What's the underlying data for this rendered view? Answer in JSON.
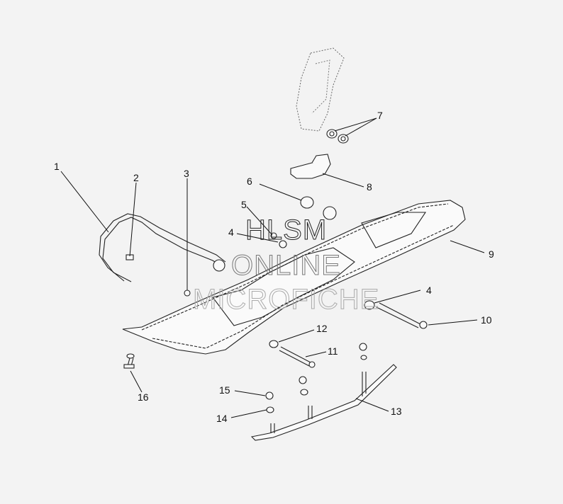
{
  "diagram": {
    "callouts": [
      {
        "id": "1",
        "text": "1"
      },
      {
        "id": "2",
        "text": "2"
      },
      {
        "id": "3",
        "text": "3"
      },
      {
        "id": "4a",
        "text": "4"
      },
      {
        "id": "4b",
        "text": "4"
      },
      {
        "id": "5",
        "text": "5"
      },
      {
        "id": "6",
        "text": "6"
      },
      {
        "id": "7",
        "text": "7"
      },
      {
        "id": "8",
        "text": "8"
      },
      {
        "id": "9",
        "text": "9"
      },
      {
        "id": "10",
        "text": "10"
      },
      {
        "id": "11",
        "text": "11"
      },
      {
        "id": "12",
        "text": "12"
      },
      {
        "id": "13",
        "text": "13"
      },
      {
        "id": "14",
        "text": "14"
      },
      {
        "id": "15",
        "text": "15"
      },
      {
        "id": "16",
        "text": "16"
      }
    ]
  },
  "watermark": {
    "line1": "HLSM",
    "line2": "ONLINE",
    "line3": "MICROFICHE"
  }
}
